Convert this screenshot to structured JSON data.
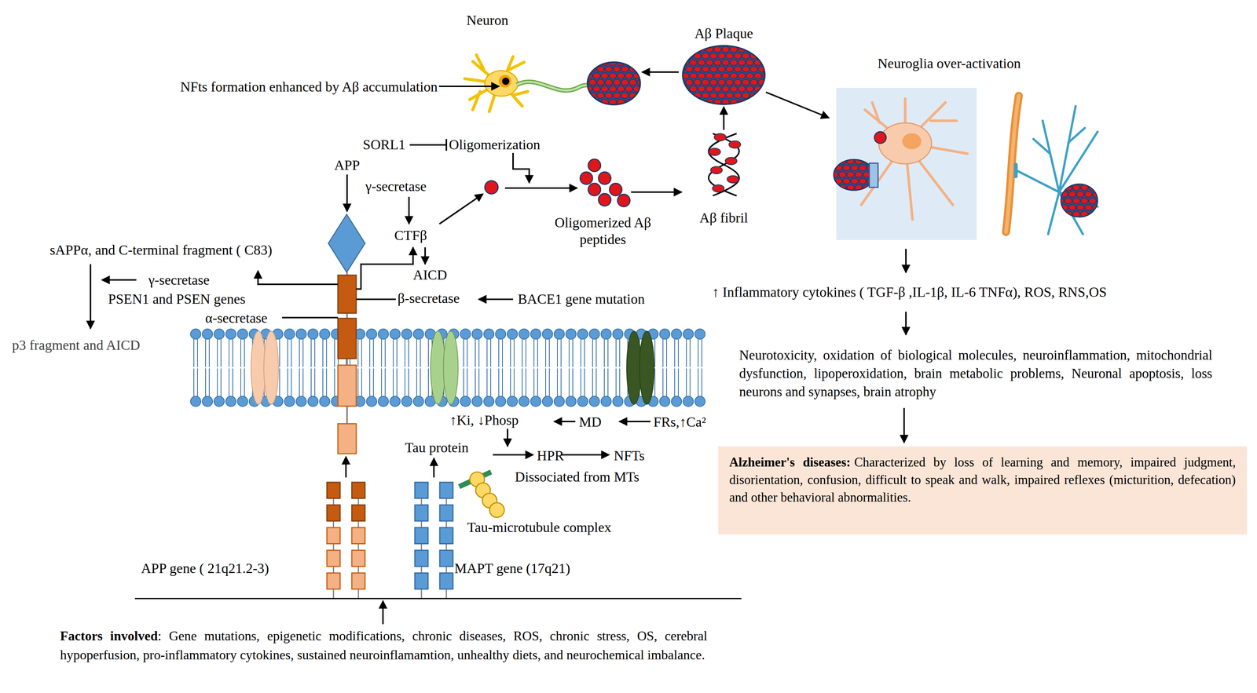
{
  "diagram": {
    "nodes": [
      {
        "text": [
          "Alzheimer's diseases:",
          "Characterized by loss of learning and memory, impaired judgment, disorientation, confusion, difficult to speak and walk, impaired reflexes (micturition, defecation) and other behavioral abnormalities."
        ]
      }
    ],
    "labels": [
      "Neuron",
      "Aβ Plaque",
      "Neuroglia over-activation",
      "NFts formation enhanced by Aβ accumulation",
      "SORL1",
      "Oligomerization",
      "APP",
      "γ-secretase",
      "Oligomerized Aβ peptides",
      "Aβ fibril",
      "CTFβ",
      "AICD",
      "sAPPα, and C-terminal fragment ( C83)",
      "γ-secretase",
      "PSEN1 and PSEN genes",
      "β-secretase",
      "BACE1 gene mutation",
      "α-secretase",
      "p3 fragment and AICD",
      "↑ Inflammatory cytokines ( TGF-β ,IL-1β, IL-6 TNFα), ROS, RNS,OS",
      "Neurotoxicity, oxidation of biological molecules, neuroinflammation, mitochondrial dysfunction, lipoperoxidation, brain metabolic problems, Neuronal apoptosis, loss neurons and synapses, brain atrophy",
      "↑Ki, ↓Phosp",
      "MD",
      "FRs,↑Ca²",
      "Tau protein",
      "HPR",
      "NFTs",
      "Dissociated from MTs",
      "Tau-microtubule complex",
      "APP gene ( 21q21.2-3)",
      "MAPT gene (17q21)",
      "Factors involved",
      ": Gene mutations, epigenetic modifications, chronic diseases, ROS, chronic stress, OS, cerebral hypoperfusion, pro-inflammatory cytokines, sustained neuroinflamamtion, unhealthy diets, and neurochemical imbalance."
    ]
  }
}
